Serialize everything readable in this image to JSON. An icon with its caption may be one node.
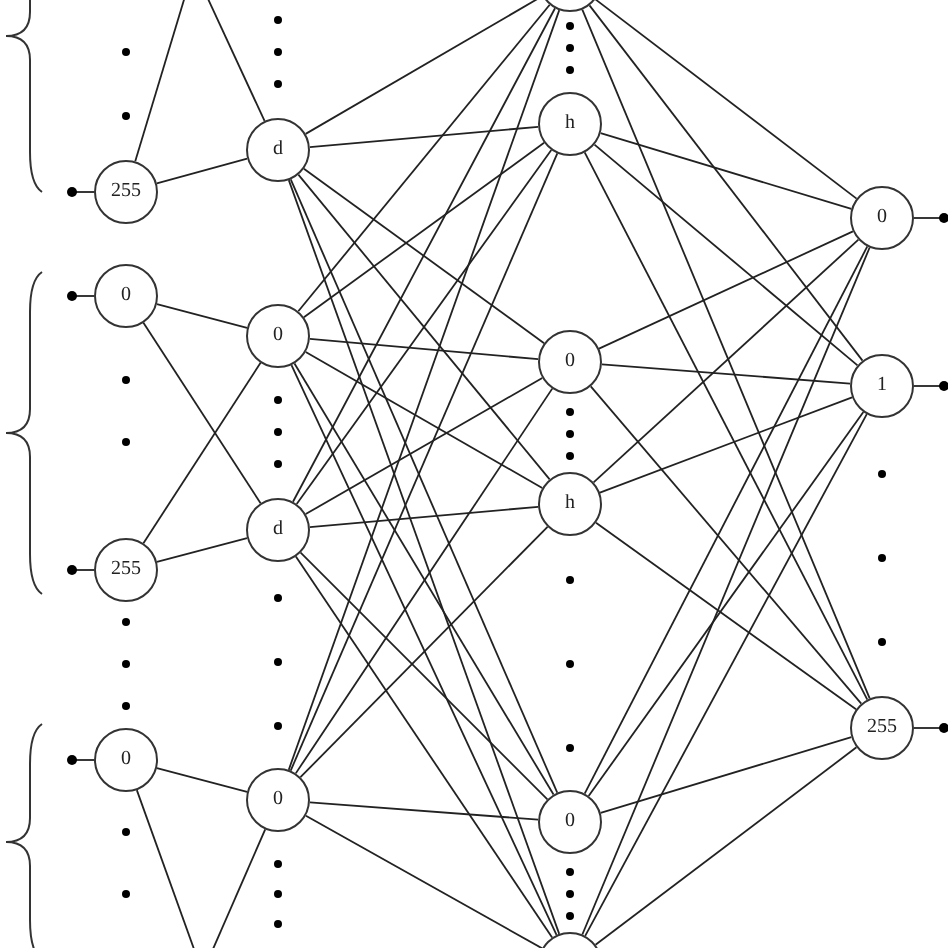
{
  "diagram": {
    "nodes": [
      {
        "text": [
          "255"
        ]
      },
      {
        "text": [
          "0"
        ]
      },
      {
        "text": [
          "255"
        ]
      },
      {
        "text": [
          "0"
        ]
      },
      {
        "text": [
          "d"
        ]
      },
      {
        "text": [
          "0"
        ]
      },
      {
        "text": [
          "d"
        ]
      },
      {
        "text": [
          "0"
        ]
      },
      {
        "text": [],
        "shape": "circle"
      },
      {
        "text": [
          "h"
        ]
      },
      {
        "text": [
          "0"
        ]
      },
      {
        "text": [
          "h"
        ]
      },
      {
        "text": [
          "0"
        ]
      },
      {
        "text": [],
        "shape": "circle"
      },
      {
        "text": [
          "0"
        ]
      },
      {
        "text": [
          "1"
        ]
      },
      {
        "text": [
          "255"
        ]
      }
    ],
    "edges": [
      {
        "from": null,
        "to": 0,
        "arrow": "other"
      },
      {
        "from": null,
        "to": 1,
        "arrow": "other"
      },
      {
        "from": null,
        "to": 2,
        "arrow": "other"
      },
      {
        "from": null,
        "to": 3,
        "arrow": "other"
      },
      {
        "from": 0,
        "to": 4,
        "arrow": "none"
      },
      {
        "from": 0,
        "to": null,
        "arrow": "none"
      },
      {
        "from": null,
        "to": 4,
        "arrow": "none"
      },
      {
        "from": 1,
        "to": 5,
        "arrow": "none"
      },
      {
        "from": 1,
        "to": 6,
        "arrow": "none"
      },
      {
        "from": 2,
        "to": 5,
        "arrow": "none"
      },
      {
        "from": 2,
        "to": 6,
        "arrow": "none"
      },
      {
        "from": 3,
        "to": 7,
        "arrow": "none"
      },
      {
        "from": 3,
        "to": null,
        "arrow": "none"
      },
      {
        "from": null,
        "to": 7,
        "arrow": "none"
      },
      {
        "from": 4,
        "to": 8,
        "arrow": "none"
      },
      {
        "from": 4,
        "to": 9,
        "arrow": "none"
      },
      {
        "from": 4,
        "to": 10,
        "arrow": "none"
      },
      {
        "from": 4,
        "to": 11,
        "arrow": "none"
      },
      {
        "from": 4,
        "to": 12,
        "arrow": "none"
      },
      {
        "from": 4,
        "to": 13,
        "arrow": "none"
      },
      {
        "from": 5,
        "to": 8,
        "arrow": "none"
      },
      {
        "from": 5,
        "to": 9,
        "arrow": "none"
      },
      {
        "from": 5,
        "to": 10,
        "arrow": "none"
      },
      {
        "from": 5,
        "to": 11,
        "arrow": "none"
      },
      {
        "from": 5,
        "to": 12,
        "arrow": "none"
      },
      {
        "from": 5,
        "to": 13,
        "arrow": "none"
      },
      {
        "from": 6,
        "to": 8,
        "arrow": "none"
      },
      {
        "from": 6,
        "to": 9,
        "arrow": "none"
      },
      {
        "from": 6,
        "to": 10,
        "arrow": "none"
      },
      {
        "from": 6,
        "to": 11,
        "arrow": "none"
      },
      {
        "from": 6,
        "to": 12,
        "arrow": "none"
      },
      {
        "from": 6,
        "to": 13,
        "arrow": "none"
      },
      {
        "from": 7,
        "to": 8,
        "arrow": "none"
      },
      {
        "from": 7,
        "to": 9,
        "arrow": "none"
      },
      {
        "from": 7,
        "to": 10,
        "arrow": "none"
      },
      {
        "from": 7,
        "to": 11,
        "arrow": "none"
      },
      {
        "from": 7,
        "to": 12,
        "arrow": "none"
      },
      {
        "from": 7,
        "to": 13,
        "arrow": "none"
      },
      {
        "from": 8,
        "to": 14,
        "arrow": "none"
      },
      {
        "from": 8,
        "to": 15,
        "arrow": "none"
      },
      {
        "from": 8,
        "to": 16,
        "arrow": "none"
      },
      {
        "from": 9,
        "to": 14,
        "arrow": "none"
      },
      {
        "from": 9,
        "to": 15,
        "arrow": "none"
      },
      {
        "from": 9,
        "to": 16,
        "arrow": "none"
      },
      {
        "from": 10,
        "to": 14,
        "arrow": "none"
      },
      {
        "from": 10,
        "to": 15,
        "arrow": "none"
      },
      {
        "from": 10,
        "to": 16,
        "arrow": "none"
      },
      {
        "from": 11,
        "to": 14,
        "arrow": "none"
      },
      {
        "from": 11,
        "to": 15,
        "arrow": "none"
      },
      {
        "from": 11,
        "to": 16,
        "arrow": "none"
      },
      {
        "from": 12,
        "to": 14,
        "arrow": "none"
      },
      {
        "from": 12,
        "to": 15,
        "arrow": "none"
      },
      {
        "from": 12,
        "to": 16,
        "arrow": "none"
      },
      {
        "from": 13,
        "to": 14,
        "arrow": "none"
      },
      {
        "from": 13,
        "to": 15,
        "arrow": "none"
      },
      {
        "from": 13,
        "to": 16,
        "arrow": "none"
      },
      {
        "from": 14,
        "to": null,
        "arrow": "other"
      },
      {
        "from": 15,
        "to": null,
        "arrow": "other"
      },
      {
        "from": 16,
        "to": null,
        "arrow": "other"
      }
    ]
  }
}
